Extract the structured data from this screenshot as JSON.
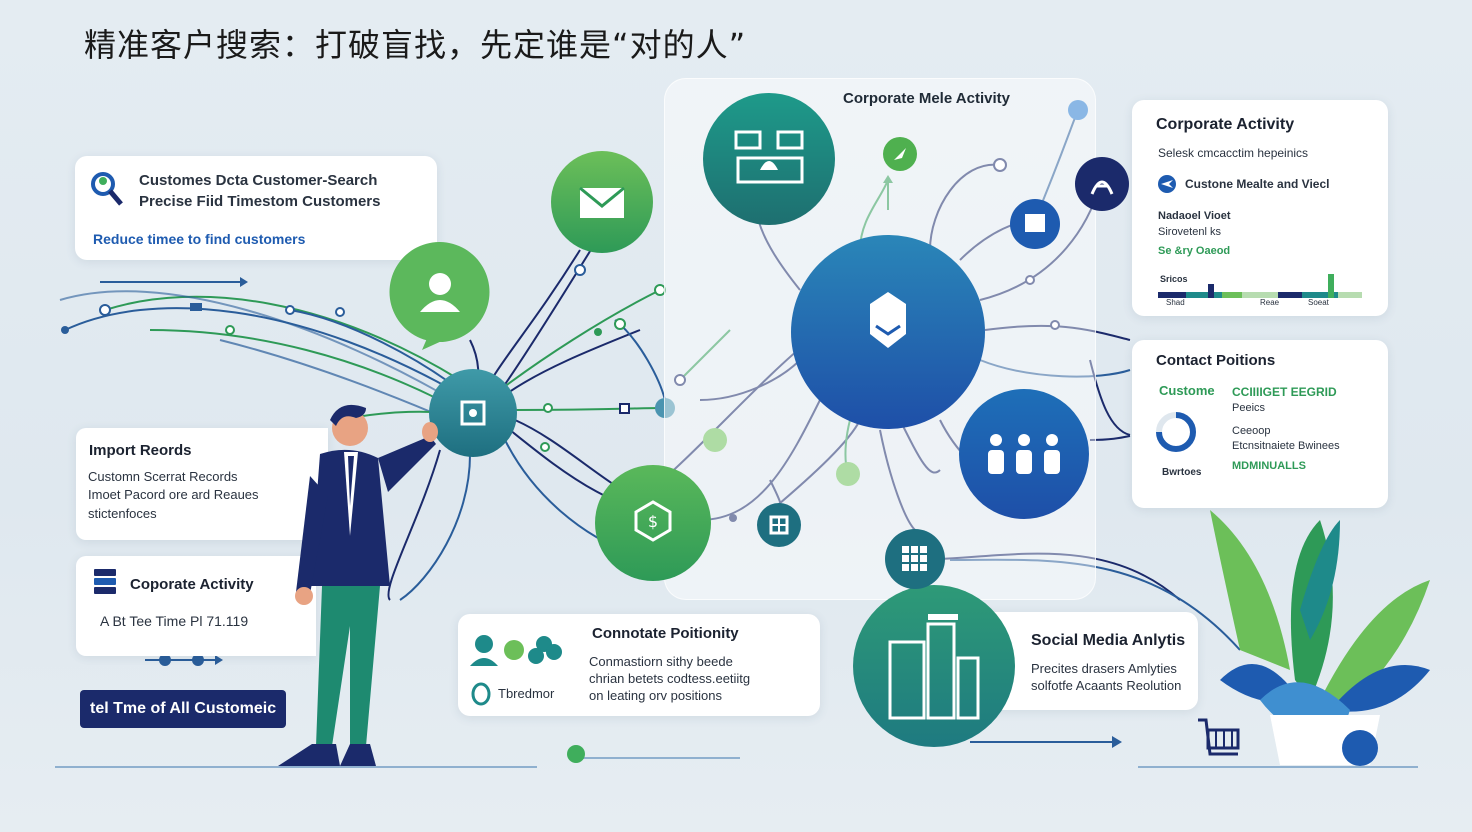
{
  "title": "精准客户搜索：打破盲找，先定谁是“对的人”",
  "colors": {
    "navy": "#1b2a6b",
    "blue": "#1e5bb0",
    "green": "#2e9a57",
    "teal": "#1e8a8a"
  },
  "cards": {
    "search": {
      "line1": "Customes Dcta Customer-Search",
      "line2": "Precise Fiid Timestom Customers",
      "sub": "Reduce timee to find customers",
      "icon": "search-person-icon"
    },
    "import": {
      "heading": "Import Reords",
      "l1": "Customn Scerrat Records",
      "l2": "Imoet Pacord ore ard Reaues",
      "l3": "stictenfoces"
    },
    "corp_left": {
      "heading": "Coporate Activity",
      "sub": "A Bt Tee Time Pl 71.119",
      "icon": "server-icon"
    },
    "total_pill": "tel Tme of All Customeic",
    "center_label": "Corporate Mele Activity",
    "corp_right": {
      "heading": "Corporate Activity",
      "l1": "Selesk cmcacctim hepeinics",
      "l2": "Custone Mealte and Viecl",
      "l3": "Nadaoel Vioet",
      "l4": "Sirovetenl ks",
      "l5": "Se &ry Oaeod",
      "chart_top": "Sricos",
      "chart_labels": [
        "Shad",
        "Reae",
        "Soeat"
      ]
    },
    "contact": {
      "heading": "Contact Poitions",
      "left_label": "Custome",
      "right_label": "CCIIIIGET EEGRID",
      "r2": "Peeics",
      "r3": "Ceeoop",
      "r4": "Etcnsitnaiete Bwinees",
      "r5": "MDMINUALLS",
      "donut_label": "Bwrtoes"
    },
    "position": {
      "heading": "Connotate Poitionity",
      "left_caption": "Tbredmor",
      "l1": "Conmastiorn sithy beede",
      "l2": "chrian betets codtess.eetiitg",
      "l3": "on leating orv positions"
    },
    "social": {
      "heading": "Social Media Anlytis",
      "l1": "Precites drasers Amlyties",
      "l2": "solfotfe Acaants Reolution"
    }
  }
}
